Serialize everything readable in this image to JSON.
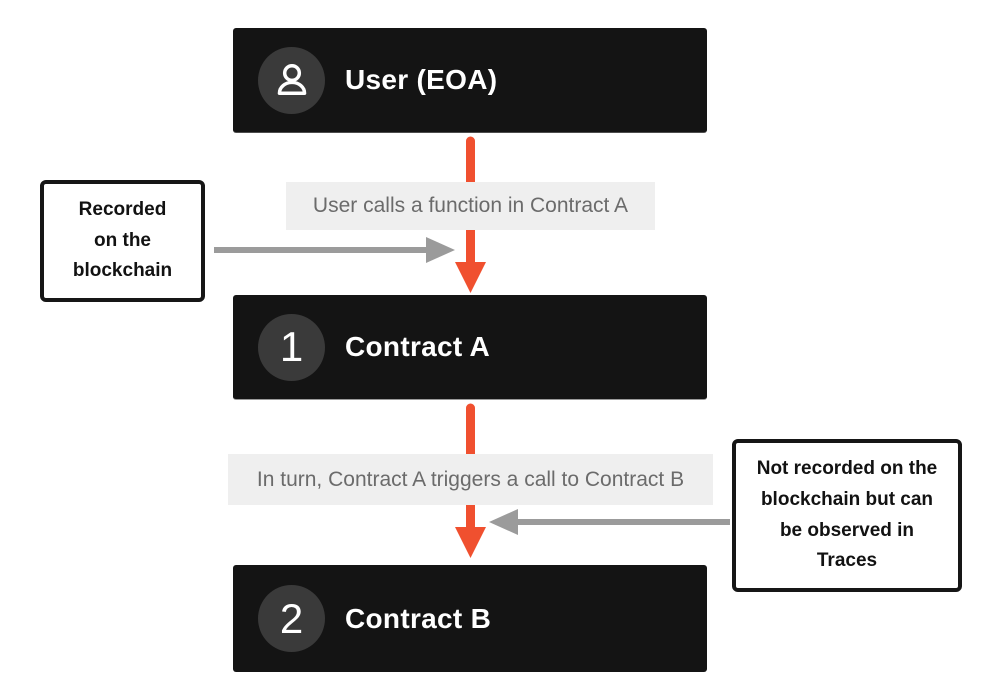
{
  "colors": {
    "canvas_bg": "#ffffff",
    "accent_red": "#f0502f",
    "arrow_gray": "#9b9b9b",
    "node_bg": "#141414",
    "node_circle_bg": "#3a3a3a",
    "node_text": "#ffffff",
    "edge_label_bg": "#efefef",
    "edge_label_text": "#6b6b6b",
    "annotation_border": "#161616"
  },
  "nodes": [
    {
      "id": "user",
      "icon": "user-icon",
      "title": "User (EOA)"
    },
    {
      "id": "contract-a",
      "badge": "1",
      "title": "Contract A"
    },
    {
      "id": "contract-b",
      "badge": "2",
      "title": "Contract B"
    }
  ],
  "edge_labels": [
    {
      "text": "User calls a function in Contract A"
    },
    {
      "text": "In turn, Contract A triggers a call to Contract B"
    }
  ],
  "annotations": [
    {
      "lines": [
        "Recorded",
        "on the",
        "blockchain"
      ]
    },
    {
      "lines": [
        "Not recorded on the",
        "blockchain but can",
        "be observed in",
        "Traces"
      ]
    }
  ]
}
